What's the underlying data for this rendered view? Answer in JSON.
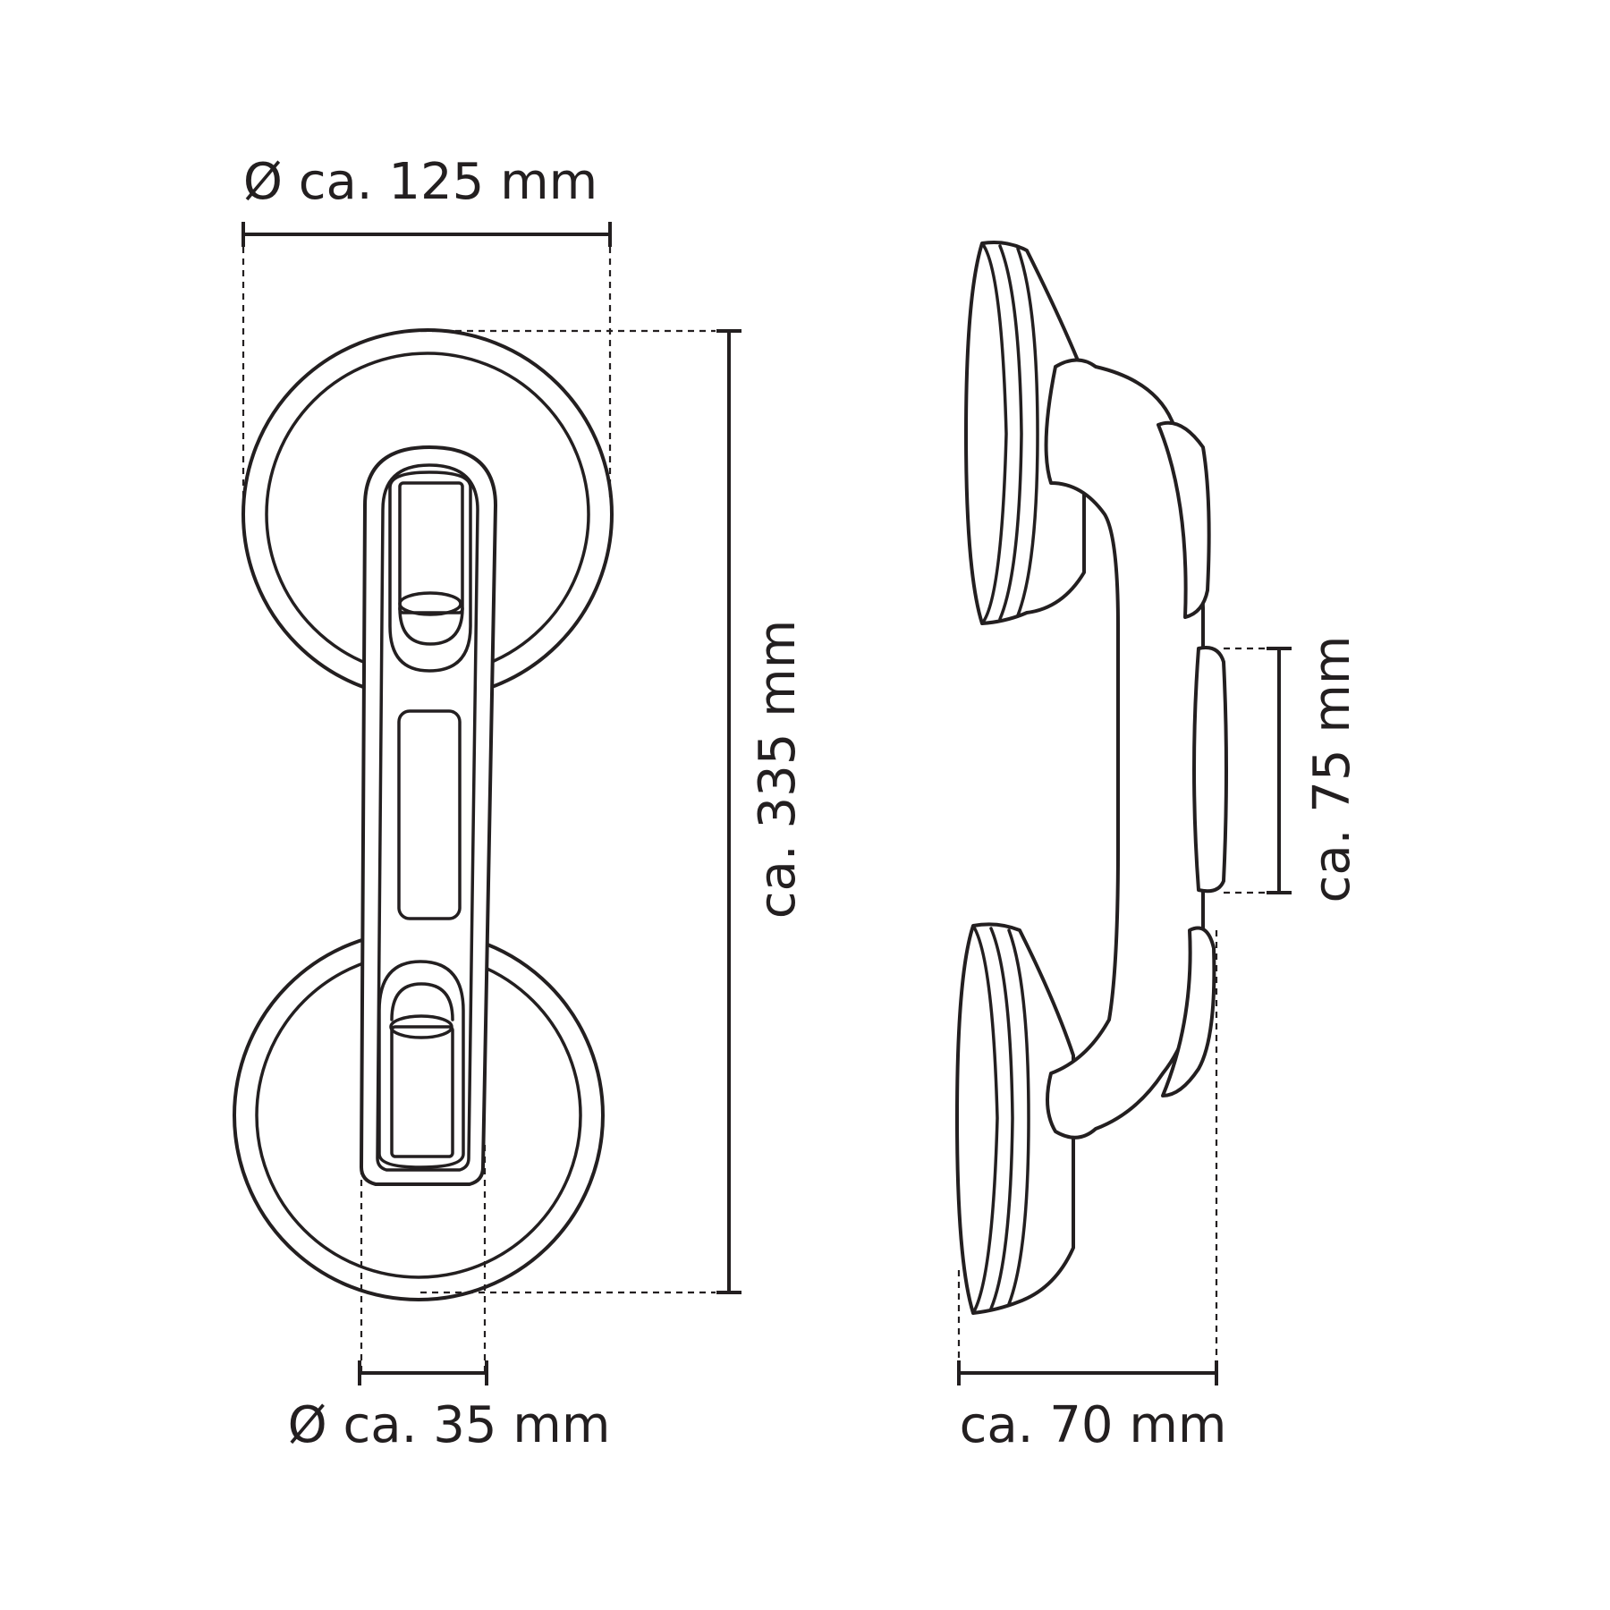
{
  "dimensions": {
    "cup_diameter": "Ø ca. 125 mm",
    "handle_diameter": "Ø ca. 35 mm",
    "total_length": "ca. 335 mm",
    "depth": "ca. 70 mm",
    "grip_length": "ca. 75 mm"
  },
  "colors": {
    "line": "#231f20",
    "background": "#ffffff"
  }
}
